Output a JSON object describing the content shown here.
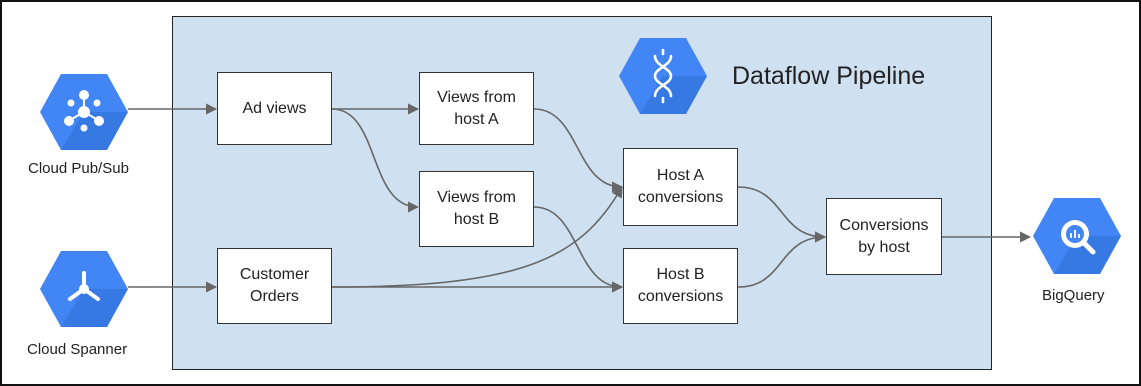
{
  "pipeline": {
    "title": "Dataflow Pipeline",
    "icon": "dataflow-icon"
  },
  "sources": [
    {
      "label": "Cloud Pub/Sub",
      "icon": "pubsub-icon"
    },
    {
      "label": "Cloud Spanner",
      "icon": "spanner-icon"
    }
  ],
  "sink": {
    "label": "BigQuery",
    "icon": "bigquery-icon"
  },
  "nodes": {
    "ad_views": "Ad views",
    "customer_orders": "Customer\nOrders",
    "views_host_a": "Views from\nhost A",
    "views_host_b": "Views from\nhost B",
    "host_a_conversions": "Host A\nconversions",
    "host_b_conversions": "Host B\nconversions",
    "conversions_by_host": "Conversions\nby host"
  },
  "colors": {
    "icon_blue": "#4285f4",
    "icon_shadow": "#2f6fd6",
    "pipeline_bg": "#cfe0f1",
    "edge": "#666666"
  }
}
